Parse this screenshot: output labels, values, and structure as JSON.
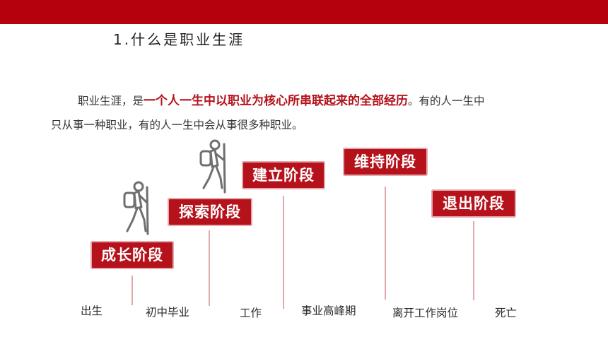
{
  "header": {
    "title": "1.什么是职业生涯"
  },
  "paragraph": {
    "lead": "职业生涯，是",
    "highlight": "一个人一生中以职业为核心所串联起来的全部经历",
    "rest_line1": "。有的人一生中",
    "line2": "只从事一种职业，有的人一生中会从事很多种职业。"
  },
  "stages": [
    {
      "label": "成长阶段"
    },
    {
      "label": "探索阶段"
    },
    {
      "label": "建立阶段"
    },
    {
      "label": "维持阶段"
    },
    {
      "label": "退出阶段"
    }
  ],
  "milestones": [
    {
      "label": "出生"
    },
    {
      "label": "初中毕业"
    },
    {
      "label": "工作"
    },
    {
      "label": "事业高峰期"
    },
    {
      "label": "离开工作岗位"
    },
    {
      "label": "死亡"
    }
  ],
  "icons": [
    "hiker-icon",
    "hiker-icon"
  ],
  "colors": {
    "accent": "#b5121b",
    "topbar": "#b5000d",
    "line": "#e3a8ac"
  }
}
